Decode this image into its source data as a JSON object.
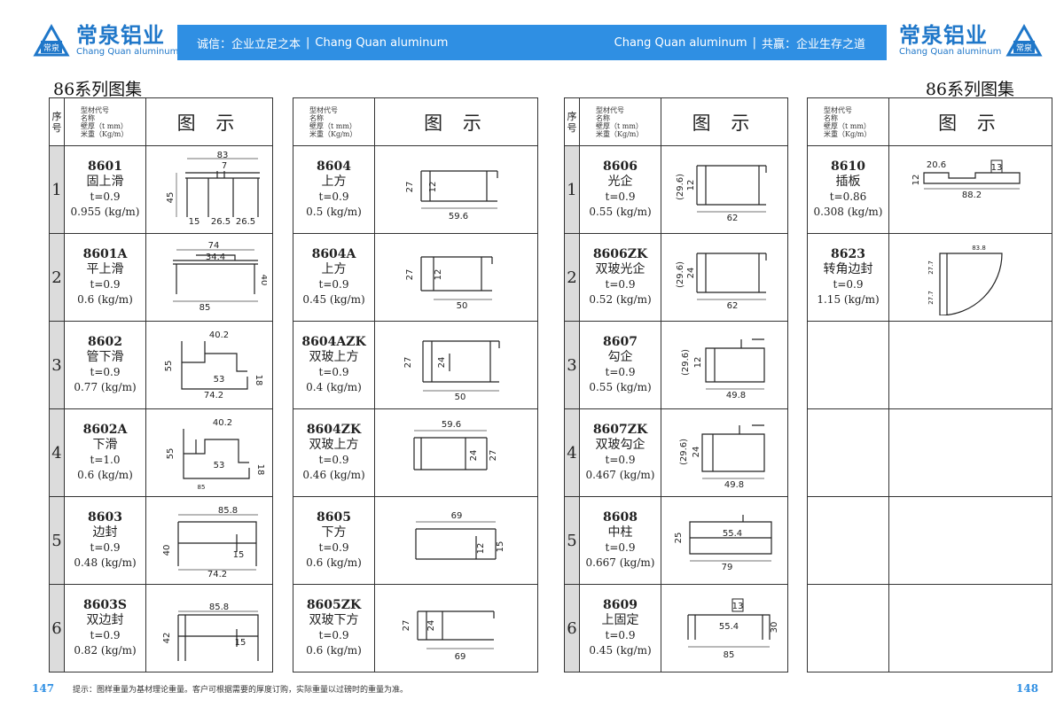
{
  "brand": {
    "name_cn": "常泉铝业",
    "name_en": "Chang Quan aluminum",
    "mark_text": "常泉"
  },
  "header": {
    "left_slogan": "诚信：企业立足之本",
    "left_en": "Chang Quan aluminum",
    "right_en": "Chang Quan aluminum",
    "right_slogan": "共赢：企业生存之道"
  },
  "page_title": "86系列图集",
  "table_header": {
    "index": "序号",
    "spec_lines": [
      "型材代号",
      "名称",
      "壁厚（t mm）",
      "米重（Kg/m）"
    ],
    "picture": "图 示"
  },
  "left_page": {
    "col1": [
      {
        "idx": "1",
        "code": "8601",
        "name": "固上滑",
        "t": "t=0.9",
        "w": "0.955 (kg/m)",
        "dims": [
          "83",
          "7",
          "45",
          "15",
          "26.5",
          "26.5"
        ]
      },
      {
        "idx": "2",
        "code": "8601A",
        "name": "平上滑",
        "t": "t=0.9",
        "w": "0.6 (kg/m)",
        "dims": [
          "74",
          "34.4",
          "40",
          "85"
        ]
      },
      {
        "idx": "3",
        "code": "8602",
        "name": "管下滑",
        "t": "t=0.9",
        "w": "0.77 (kg/m)",
        "dims": [
          "40.2",
          "55",
          "53",
          "74.2",
          "18"
        ]
      },
      {
        "idx": "4",
        "code": "8602A",
        "name": "下滑",
        "t": "t=1.0",
        "w": "0.6 (kg/m)",
        "dims": [
          "40.2",
          "55",
          "53",
          "18",
          "85"
        ]
      },
      {
        "idx": "5",
        "code": "8603",
        "name": "边封",
        "t": "t=0.9",
        "w": "0.48 (kg/m)",
        "dims": [
          "85.8",
          "40",
          "15",
          "74.2"
        ]
      },
      {
        "idx": "6",
        "code": "8603S",
        "name": "双边封",
        "t": "t=0.9",
        "w": "0.82 (kg/m)",
        "dims": [
          "85.8",
          "42",
          "15"
        ]
      }
    ],
    "col2": [
      {
        "code": "8604",
        "name": "上方",
        "t": "t=0.9",
        "w": "0.5 (kg/m)",
        "dims": [
          "27",
          "12",
          "59.6"
        ]
      },
      {
        "code": "8604A",
        "name": "上方",
        "t": "t=0.9",
        "w": "0.45 (kg/m)",
        "dims": [
          "27",
          "12",
          "50"
        ]
      },
      {
        "code": "8604AZK",
        "name": "双玻上方",
        "t": "t=0.9",
        "w": "0.4 (kg/m)",
        "dims": [
          "27",
          "24",
          "50"
        ]
      },
      {
        "code": "8604ZK",
        "name": "双玻上方",
        "t": "t=0.9",
        "w": "0.46 (kg/m)",
        "dims": [
          "59.6",
          "24",
          "27"
        ]
      },
      {
        "code": "8605",
        "name": "下方",
        "t": "t=0.9",
        "w": "0.6 (kg/m)",
        "dims": [
          "69",
          "12",
          "15"
        ]
      },
      {
        "code": "8605ZK",
        "name": "双玻下方",
        "t": "t=0.9",
        "w": "0.6 (kg/m)",
        "dims": [
          "27",
          "24",
          "69"
        ]
      }
    ]
  },
  "right_page": {
    "col1": [
      {
        "idx": "1",
        "code": "8606",
        "name": "光企",
        "t": "t=0.9",
        "w": "0.55 (kg/m)",
        "dims": [
          "(29.6)",
          "12",
          "62"
        ]
      },
      {
        "idx": "2",
        "code": "8606ZK",
        "name": "双玻光企",
        "t": "t=0.9",
        "w": "0.52 (kg/m)",
        "dims": [
          "(29.6)",
          "24",
          "62"
        ]
      },
      {
        "idx": "3",
        "code": "8607",
        "name": "勾企",
        "t": "t=0.9",
        "w": "0.55 (kg/m)",
        "dims": [
          "(29.6)",
          "12",
          "49.8"
        ]
      },
      {
        "idx": "4",
        "code": "8607ZK",
        "name": "双玻勾企",
        "t": "t=0.9",
        "w": "0.467 (kg/m)",
        "dims": [
          "(29.6)",
          "24",
          "49.8"
        ]
      },
      {
        "idx": "5",
        "code": "8608",
        "name": "中柱",
        "t": "t=0.9",
        "w": "0.667 (kg/m)",
        "dims": [
          "25",
          "55.4",
          "79"
        ]
      },
      {
        "idx": "6",
        "code": "8609",
        "name": "上固定",
        "t": "t=0.9",
        "w": "0.45 (kg/m)",
        "dims": [
          "13",
          "55.4",
          "30",
          "85"
        ]
      }
    ],
    "col2": [
      {
        "code": "8610",
        "name": "插板",
        "t": "t=0.86",
        "w": "0.308 (kg/m)",
        "dims": [
          "20.6",
          "13",
          "12",
          "88.2"
        ]
      },
      {
        "code": "8623",
        "name": "转角边封",
        "t": "t=0.9",
        "w": "1.15 (kg/m)",
        "dims": [
          "83.8",
          "27.7",
          "27.7"
        ]
      }
    ]
  },
  "footer": {
    "left_page_no": "147",
    "right_page_no": "148",
    "note": "提示：图样重量为基材理论重量。客户可根据需要的厚度订购，实际重量以过磅时的重量为准。"
  }
}
